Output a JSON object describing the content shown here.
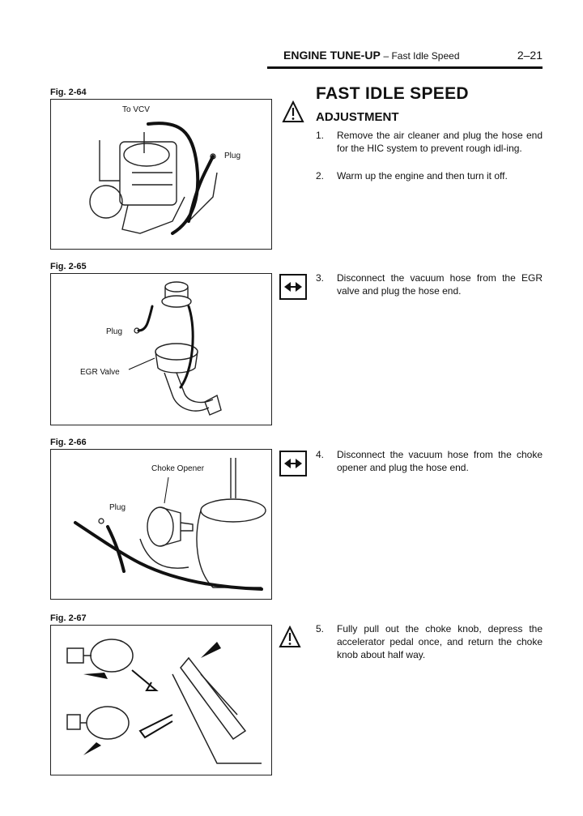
{
  "header": {
    "section": "ENGINE TUNE-UP",
    "subsection": "Fast Idle Speed",
    "page_number": "2–21"
  },
  "title": "FAST IDLE SPEED",
  "subtitle": "ADJUSTMENT",
  "figures": [
    {
      "label": "Fig. 2-64",
      "callouts": [
        "To VCV",
        "Plug"
      ]
    },
    {
      "label": "Fig. 2-65",
      "callouts": [
        "Plug",
        "EGR Valve"
      ]
    },
    {
      "label": "Fig. 2-66",
      "callouts": [
        "Choke Opener",
        "Plug"
      ]
    },
    {
      "label": "Fig. 2-67",
      "callouts": []
    }
  ],
  "steps": [
    {
      "num": "1.",
      "text": "Remove the air cleaner and plug the hose end for the HIC system to prevent rough idl-ing."
    },
    {
      "num": "2.",
      "text": "Warm up the engine and then turn it off."
    },
    {
      "num": "3.",
      "text": "Disconnect the vacuum hose from the EGR valve and plug the hose end."
    },
    {
      "num": "4.",
      "text": "Disconnect the vacuum hose from the choke opener and plug the hose end."
    },
    {
      "num": "5.",
      "text": "Fully pull out the choke knob, depress the accelerator pedal once, and return the choke knob about half way."
    }
  ],
  "icons": [
    "caution-triangle-icon",
    "disconnect-hose-icon",
    "disconnect-hose-icon",
    "caution-triangle-icon"
  ]
}
